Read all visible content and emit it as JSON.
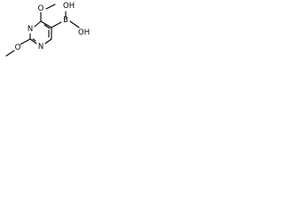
{
  "molecule": {
    "atoms": {
      "o_top": "O",
      "o_left": "O",
      "n_right": "N",
      "n_lower": "N",
      "b": "B",
      "oh_top": "OH",
      "oh_right": "OH"
    },
    "colors": {
      "ink": "#000000",
      "background": "#ffffff"
    }
  }
}
